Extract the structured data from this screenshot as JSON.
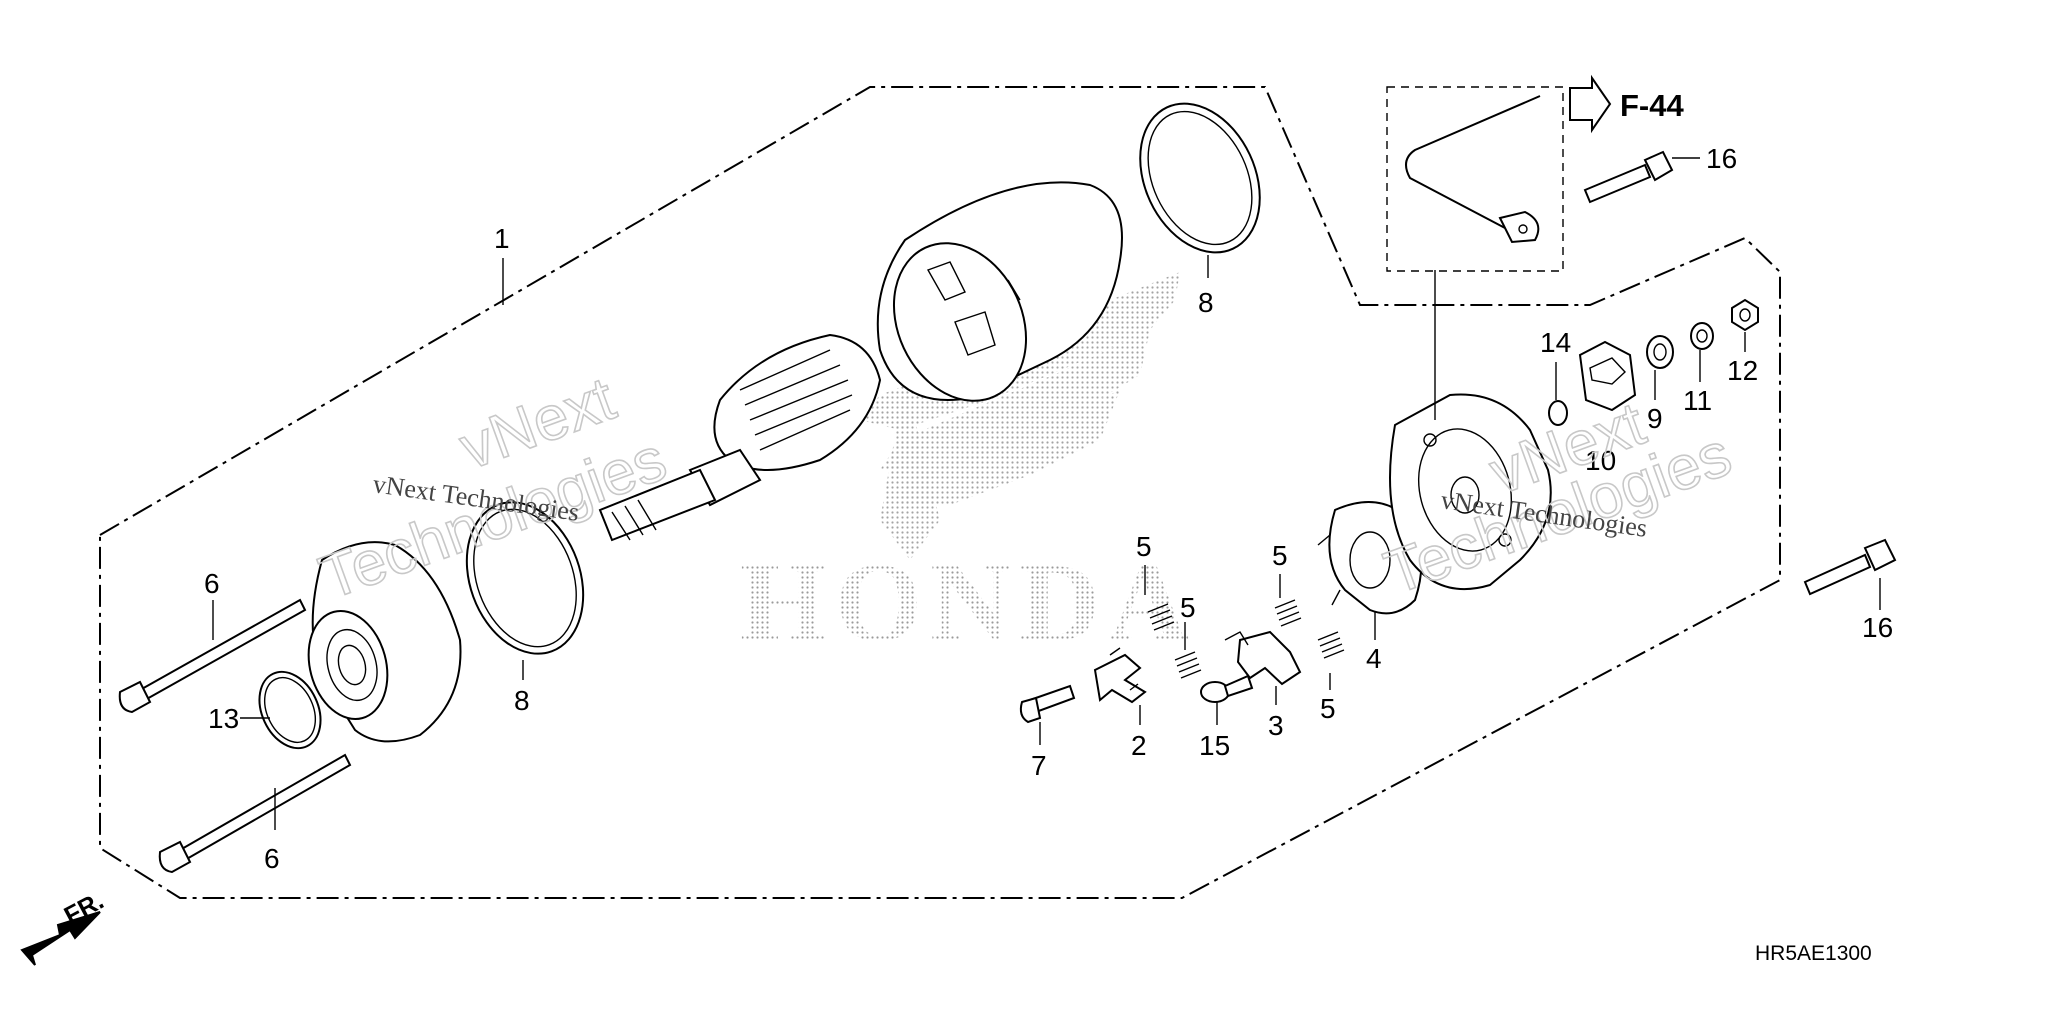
{
  "callouts": {
    "c1": "1",
    "c2": "2",
    "c3": "3",
    "c4": "4",
    "c5a": "5",
    "c5b": "5",
    "c5c": "5",
    "c5d": "5",
    "c6a": "6",
    "c6b": "6",
    "c7": "7",
    "c8a": "8",
    "c8b": "8",
    "c9": "9",
    "c10": "10",
    "c11": "11",
    "c12": "12",
    "c13": "13",
    "c14": "14",
    "c15": "15",
    "c16a": "16",
    "c16b": "16"
  },
  "reference": "F-44",
  "diagram_code": "HR5AE1300",
  "front_marker": "FR.",
  "watermarks": {
    "brand": "HONDA",
    "w1_line1": "vNext",
    "w1_line2": "Technologies",
    "w1_small": "vNext Technologies",
    "w2_line1": "vNext",
    "w2_line2": "Technologies",
    "w2_small": "vNext Technologies"
  }
}
